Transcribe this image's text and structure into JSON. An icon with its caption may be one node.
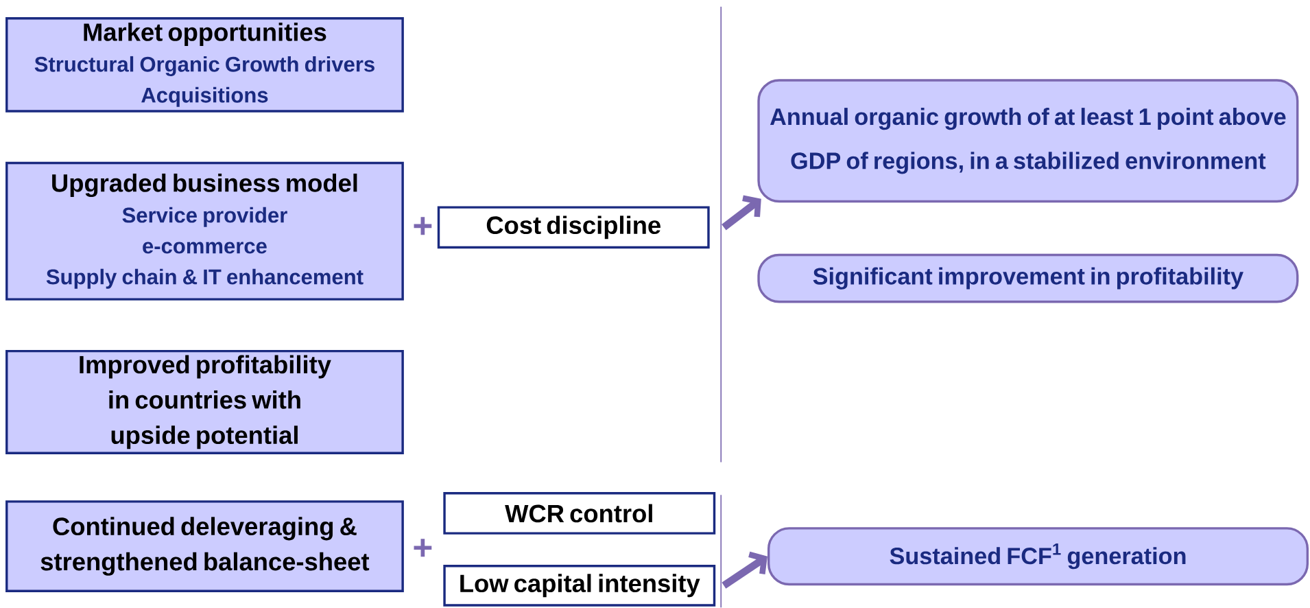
{
  "diagram": {
    "nodes": [
      {
        "text": [
          "Market opportunities",
          "Structural Organic Growth drivers",
          "Acquisitions"
        ]
      },
      {
        "text": [
          "Upgraded business model",
          "Service provider",
          "e-commerce",
          "Supply chain & IT enhancement"
        ]
      },
      {
        "text": [
          "Improved profitability in countries with upside potential"
        ]
      },
      {
        "text": [
          "Continued deleveraging & strengthened balance-sheet"
        ]
      },
      {
        "text": [
          "Cost discipline"
        ]
      },
      {
        "text": [
          "WCR control"
        ]
      },
      {
        "text": [
          "Low capital intensity"
        ]
      },
      {
        "text": [
          "Annual organic growth of at least 1 point above GDP of regions, in a stabilized environment"
        ]
      },
      {
        "text": [
          "Significant improvement in profitability"
        ]
      },
      {
        "text": [
          "Sustained FCF$^{1}$ generation"
        ]
      }
    ],
    "edges": [
      {
        "from": 4,
        "to": 7,
        "arrow": "to"
      },
      {
        "from": 6,
        "to": 9,
        "arrow": "to"
      }
    ],
    "labels": [
      "+",
      "+"
    ]
  }
}
